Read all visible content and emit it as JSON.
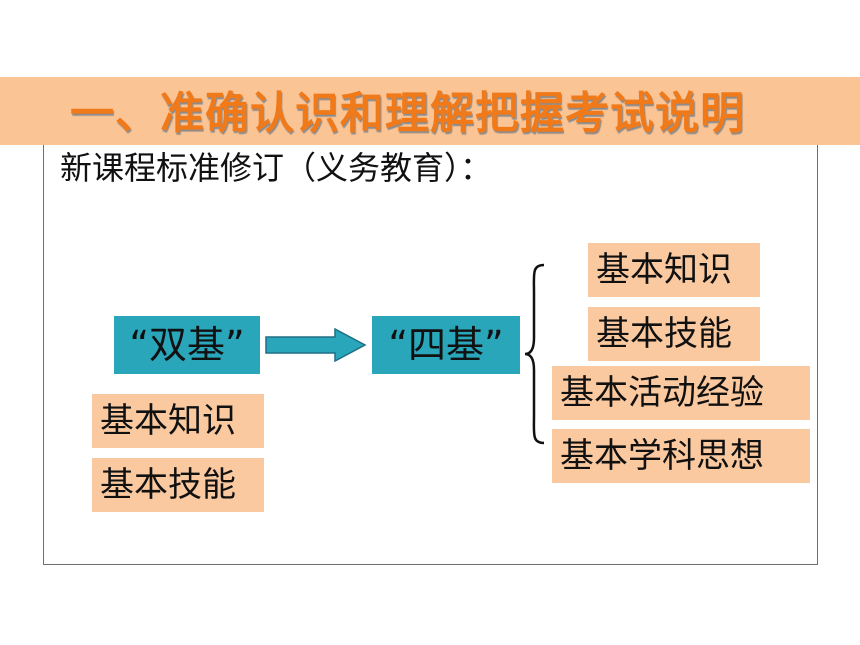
{
  "header": {
    "title": "一、准确认识和理解把握考试说明"
  },
  "body": {
    "subtitle": "新课程标准修订（义务教育）："
  },
  "diagram": {
    "left_concept": "“双基”",
    "right_concept": "“四基”",
    "left_items": [
      "基本知识",
      "基本技能"
    ],
    "right_items": [
      "基本知识",
      "基本技能",
      "基本活动经验",
      "基本学科思想"
    ]
  },
  "colors": {
    "title_bar": "#fbc495",
    "title_text": "#f07a1a",
    "concept_box": "#2aa6ba",
    "item_box": "#fbc9a0"
  }
}
